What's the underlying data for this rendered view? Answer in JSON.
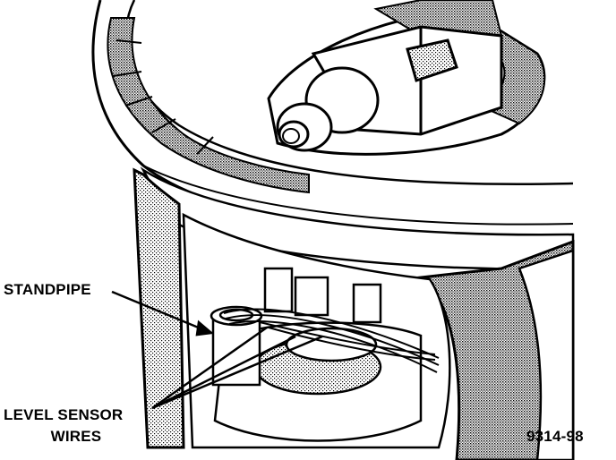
{
  "labels": {
    "standpipe": "STANDPIPE",
    "level_sensor_line1": "LEVEL SENSOR",
    "level_sensor_line2": "WIRES",
    "figure_id": "9314-98"
  },
  "colors": {
    "ink": "#000000",
    "paper": "#ffffff",
    "shade": "#9a9a9a"
  }
}
